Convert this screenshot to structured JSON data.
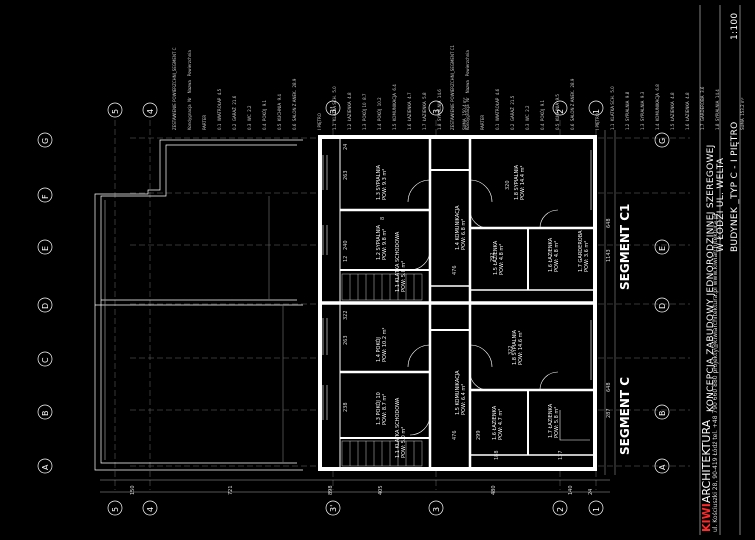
{
  "title_block": {
    "brand_kiwi": "KIWI",
    "brand_rest": "ARCHITEKTURA",
    "address": "ul. Kościuszki 28, 90-419 Łódź  tel. +48 790 660 880  projekty@kiwiarchitektura.pl  www.kiwiarchitektura.pl",
    "project_line1": "KONCEPCJA ZABUDOWY JEDNORODZINNEJ SZEREGOWEJ",
    "project_line2": "W ŁODZI UL. WELTA",
    "sheet_title": "BUDYNEK _TYP C - I PIĘTRO",
    "scale": "1:100"
  },
  "segments": [
    {
      "label": "SEGMENT C1"
    },
    {
      "label": "SEGMENT C"
    }
  ],
  "axes_top": [
    "5",
    "4",
    "3'",
    "3",
    "2",
    "1"
  ],
  "axes_side": [
    "G",
    "F",
    "E",
    "D",
    "C",
    "B",
    "A"
  ],
  "dims_bottom": [
    "150",
    "721",
    "898",
    "405",
    "480",
    "140",
    "24"
  ],
  "dims_right": [
    "648",
    "1143",
    "648",
    "287"
  ],
  "schedules": [
    {
      "heading": "ZESTAWIENIE POWIERZCHNI_SEGMENT C",
      "cols": "Kondygnacja  Nr   Nazwa   Powierzchnia",
      "rows": [
        "PARTER",
        "0.1  WIATROŁAP  4.5",
        "0.2  GARAŻ  21.6",
        "0.3  WC  2.2",
        "0.4  POKÓJ  9.1",
        "0.5  KUCHNIA  9.4",
        "0.6  SALON Z ANEK.  28.9",
        "",
        "I PIĘTRO",
        "1.1  KLATKA SCH.  5.0",
        "1.2  ŁAZIENKA  4.8",
        "1.3  POKÓJ 10  8.7",
        "1.4  POKÓJ  10.2",
        "1.5  KOMUNIKACJA  6.4",
        "1.6  ŁAZIENKA  4.7",
        "1.7  ŁAZIENKA  5.8",
        "1.8  SYPIALNIA  14.6",
        "",
        "SUMA  150.4 m²"
      ]
    },
    {
      "heading": "ZESTAWIENIE POWIERZCHNI_SEGMENT C1",
      "cols": "Kondygnacja  Nr   Nazwa   Powierzchnia",
      "rows": [
        "PARTER",
        "0.1  WIATROŁAP  4.6",
        "0.2  GARAŻ  21.5",
        "0.3  WC  2.2",
        "0.4  POKÓJ  9.1",
        "0.5  KUCHNIA  9.5",
        "0.6  SALON Z ANEK.  28.9",
        "",
        "I PIĘTRO",
        "1.1  KLATKA SCH.  5.0",
        "1.2  SYPIALNIA  9.8",
        "1.3  SYPIALNIA  9.3",
        "1.4  KOMUNIKACJA  6.8",
        "1.5  ŁAZIENKA  4.8",
        "1.6  ŁAZIENKA  4.8",
        "1.7  GARDEROBA  3.6",
        "1.8  SYPIALNIA  14.4",
        "",
        "SUMA  153.2 m²"
      ]
    }
  ],
  "rooms": [
    {
      "name": "1.8 SYPIALNIA",
      "area": "POW: 14.4 m²"
    },
    {
      "name": "1.6 ŁAZIENKA",
      "area": "POW: 4.8 m²"
    },
    {
      "name": "1.7 GARDEROBA",
      "area": "POW: 3.6 m²"
    },
    {
      "name": "1.5 ŁAZIENKA",
      "area": "POW: 4.8 m²"
    },
    {
      "name": "1.4 KOMUNIKACJA",
      "area": "POW: 6.8 m²"
    },
    {
      "name": "1.3 SYPIALNIA",
      "area": "POW: 9.3 m²"
    },
    {
      "name": "1.2 SYPIALNIA",
      "area": "POW: 9.8 m²"
    },
    {
      "name": "1.1 KLATKA SCHODOWA",
      "area": "POW: 5.0 m²"
    },
    {
      "name": "1.8 SYPIALNIA",
      "area": "POW: 14.6 m²"
    },
    {
      "name": "1.7 ŁAZIENKA",
      "area": "POW: 5.8 m²"
    },
    {
      "name": "1.6 ŁAZIENKA",
      "area": "POW: 4.7 m²"
    },
    {
      "name": "1.5 KOMUNIKACJA",
      "area": "POW: 6.4 m²"
    },
    {
      "name": "1.4 POKÓJ",
      "area": "POW: 10.2 m²"
    },
    {
      "name": "1.3 POKÓJ 10",
      "area": "POW: 8.7 m²"
    },
    {
      "name": "1.1 KLATKA SCHODOWA",
      "area": "POW: 5.0 m²"
    }
  ],
  "room_dims": [
    "320",
    "322",
    "292",
    "476",
    "240",
    "263",
    "238",
    "263",
    "322",
    "476",
    "299",
    "188",
    "137",
    "24",
    "12",
    "8"
  ],
  "colors": {
    "background": "#000000",
    "lines": "#ffffff",
    "brand": "#ff2a2a"
  }
}
